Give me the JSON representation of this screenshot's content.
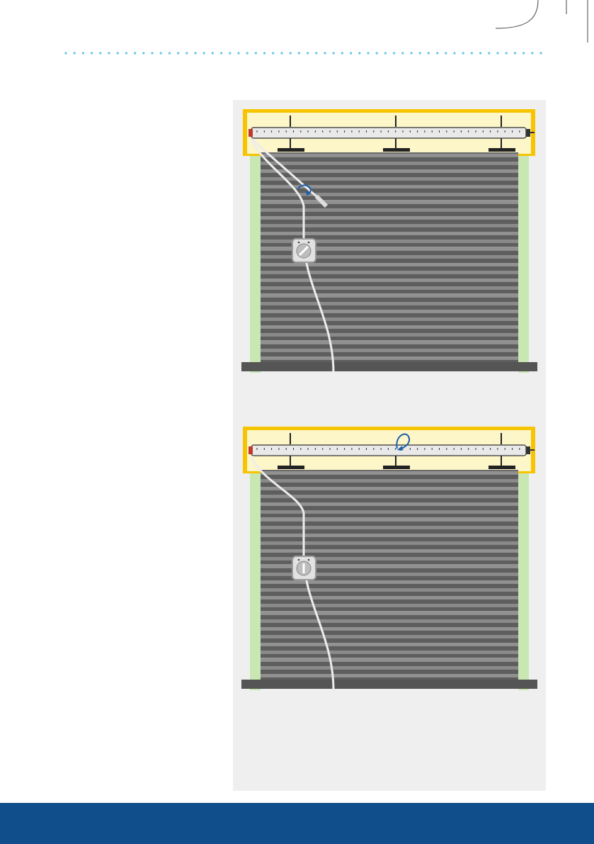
{
  "page": {
    "footer_color": "#0f4e8a",
    "panel_color": "#efefef",
    "accent_dot_color": "#5cc6ea"
  },
  "figures": [
    {
      "id": "step-1",
      "shows": [
        "header-box",
        "tubular-motor",
        "shutter-curtain",
        "side-guides",
        "floor-sill",
        "power-cable",
        "control-switch",
        "rotation-arrow-on-cable-end"
      ],
      "switch_state": "diagonal",
      "arrow_icon": "rotate-arrow-icon"
    },
    {
      "id": "step-2",
      "shows": [
        "header-box",
        "tubular-motor",
        "shutter-curtain",
        "side-guides",
        "floor-sill",
        "power-cable",
        "control-switch",
        "rotation-arrow-on-tube"
      ],
      "switch_state": "vertical",
      "arrow_icon": "rotate-arrow-icon"
    }
  ],
  "colors": {
    "header_yellow": "#f6c400",
    "header_fill": "#fdf6c8",
    "guide_green": "#c9e7b2",
    "sill": "#555555",
    "arrow_blue": "#1d5fa8"
  }
}
